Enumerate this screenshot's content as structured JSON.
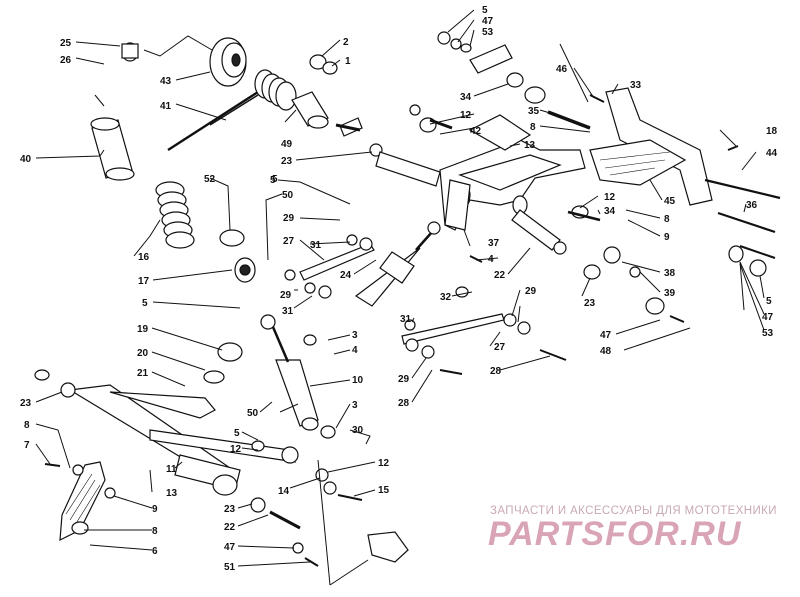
{
  "watermark": {
    "tagline": "ЗАПЧАСТИ И АКСЕССУАРЫ ДЛЯ МОТОТЕХНИКИ",
    "logo": "PARTSFOR.RU"
  },
  "callouts": [
    "25",
    "26",
    "43",
    "2",
    "1",
    "41",
    "49",
    "23",
    "40",
    "52",
    "16",
    "17",
    "5",
    "19",
    "20",
    "21",
    "23",
    "8",
    "7",
    "13",
    "11",
    "9",
    "8",
    "6",
    "50",
    "5",
    "12",
    "14",
    "23",
    "22",
    "47",
    "51",
    "3",
    "4",
    "10",
    "3",
    "30",
    "12",
    "15",
    "5",
    "50",
    "29",
    "31",
    "27",
    "24",
    "29",
    "31",
    "5",
    "4",
    "22",
    "32",
    "31",
    "29",
    "27",
    "28",
    "29",
    "28",
    "5",
    "47",
    "53",
    "34",
    "12",
    "42",
    "13",
    "46",
    "33",
    "35",
    "8",
    "18",
    "44",
    "12",
    "34",
    "8",
    "9",
    "45",
    "36",
    "37",
    "38",
    "23",
    "39",
    "47",
    "48",
    "5",
    "47",
    "53"
  ]
}
